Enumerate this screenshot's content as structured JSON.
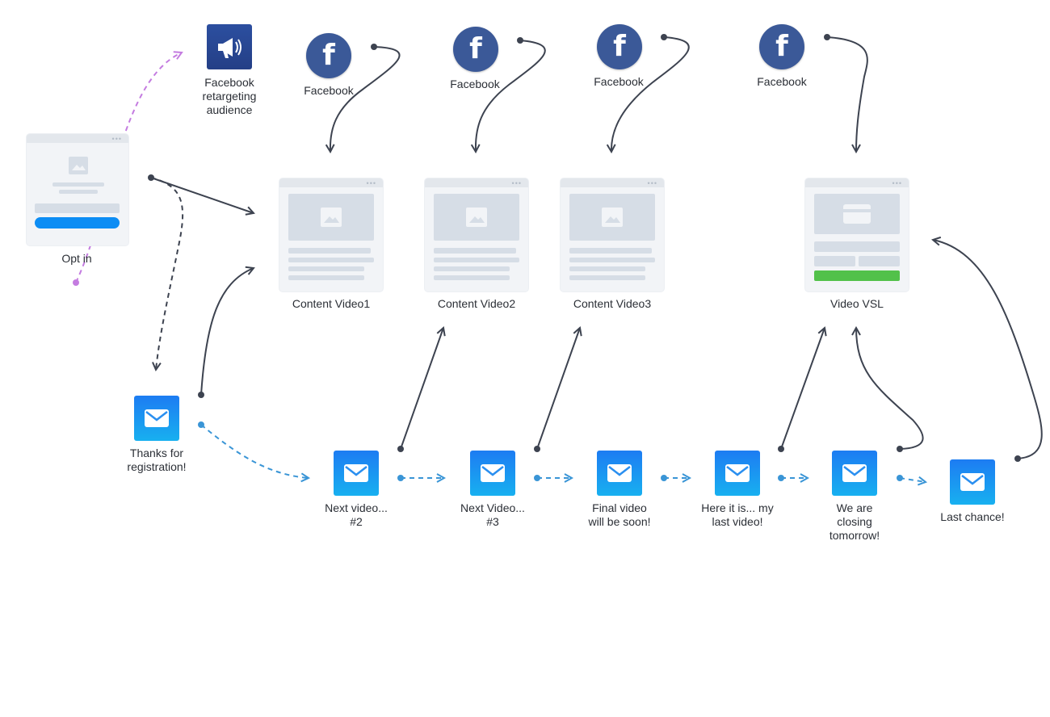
{
  "nodes": {
    "fb_retarget": {
      "label": "Facebook\nretargeting\naudience"
    },
    "fb1": {
      "label": "Facebook"
    },
    "fb2": {
      "label": "Facebook"
    },
    "fb3": {
      "label": "Facebook"
    },
    "fb4": {
      "label": "Facebook"
    },
    "optin": {
      "label": "Opt in"
    },
    "content1": {
      "label": "Content Video1"
    },
    "content2": {
      "label": "Content Video2"
    },
    "content3": {
      "label": "Content Video3"
    },
    "vsl": {
      "label": "Video VSL"
    },
    "email_thanks": {
      "label": "Thanks for\nregistration!"
    },
    "email2": {
      "label": "Next video...\n#2"
    },
    "email3": {
      "label": "Next Video...\n#3"
    },
    "email4": {
      "label": "Final video\nwill be soon!"
    },
    "email5": {
      "label": "Here it is... my\nlast video!"
    },
    "email6": {
      "label": "We are\nclosing\ntomorrow!"
    },
    "email7": {
      "label": "Last chance!"
    }
  },
  "icons": {
    "facebook": "facebook-icon",
    "email": "email-icon",
    "megaphone": "megaphone-icon",
    "page": "landing-page-icon"
  },
  "colors": {
    "facebook": "#3b5998",
    "email_top": "#1d7cf2",
    "email_bottom": "#18b0f0",
    "arrow_dark": "#3d4350",
    "arrow_email": "#3a95d6",
    "arrow_retarget": "#c47ce0",
    "button_blue": "#0d8df4",
    "button_green": "#52c14a"
  }
}
